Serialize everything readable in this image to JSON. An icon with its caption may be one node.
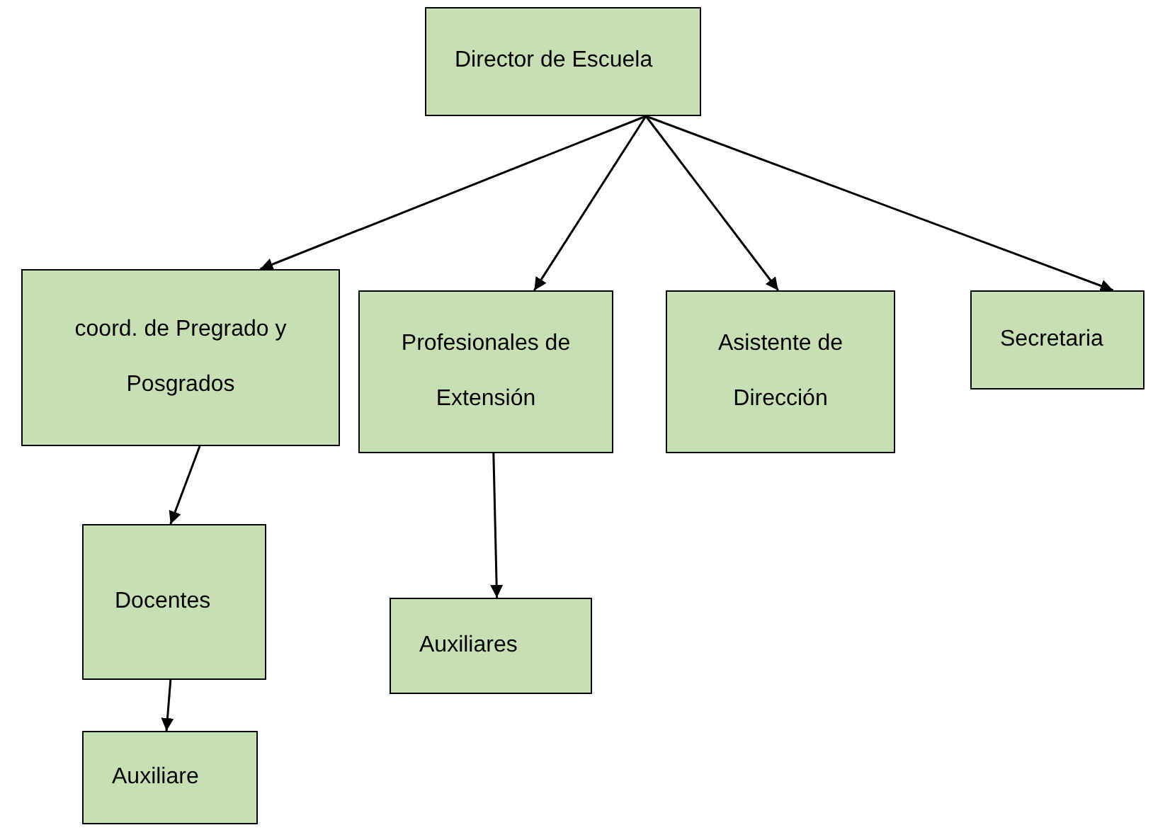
{
  "diagram": {
    "nodes": [
      {
        "text": [
          "Director de Escuela"
        ]
      },
      {
        "text": [
          "coord. de Pregrado y Posgrados"
        ]
      },
      {
        "text": [
          "Profesionales de Extensión"
        ]
      },
      {
        "text": [
          "Asistente de Dirección"
        ]
      },
      {
        "text": [
          "Secretaria"
        ]
      },
      {
        "text": [
          "Docentes"
        ]
      },
      {
        "text": [
          "Auxiliares"
        ]
      },
      {
        "text": [
          "Auxiliare"
        ]
      }
    ],
    "edges": [
      {
        "from": 0,
        "to": 1,
        "arrow": "to"
      },
      {
        "from": 0,
        "to": 2,
        "arrow": "to"
      },
      {
        "from": 0,
        "to": 3,
        "arrow": "to"
      },
      {
        "from": 0,
        "to": 4,
        "arrow": "to"
      },
      {
        "from": 1,
        "to": 5,
        "arrow": "to"
      },
      {
        "from": 2,
        "to": 6,
        "arrow": "to"
      },
      {
        "from": 5,
        "to": 7,
        "arrow": "to"
      }
    ]
  }
}
